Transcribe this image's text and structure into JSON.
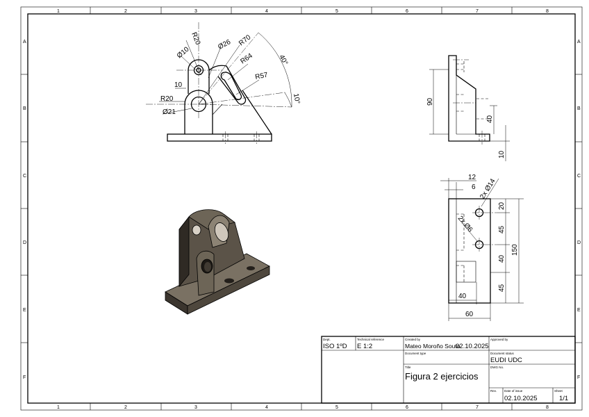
{
  "zones": {
    "columns": [
      "1",
      "2",
      "3",
      "4",
      "5",
      "6",
      "7",
      "8"
    ],
    "rows": [
      "A",
      "B",
      "C",
      "D",
      "E",
      "F"
    ]
  },
  "front_view": {
    "dims": {
      "r20_top": "R20",
      "d10": "Ø10",
      "d26": "Ø26",
      "r70": "R70",
      "r64": "R64",
      "r57": "R57",
      "ang40": "40°",
      "ang10": "10°",
      "len10": "10",
      "r20_left": "R20",
      "d21": "Ø21"
    }
  },
  "side_view": {
    "dims": {
      "h90": "90",
      "h40": "40",
      "h10": "10"
    }
  },
  "top_view": {
    "dims": {
      "w12": "12",
      "w6": "6",
      "holes14": "2x Ø14",
      "holes6": "2x Ø6",
      "v20": "20",
      "v45a": "45",
      "v40": "40",
      "v45b": "45",
      "v150": "150",
      "w40": "40",
      "w60": "60"
    }
  },
  "title_block": {
    "dept_label": "Dept.",
    "dept_value": "ISO 1ºD",
    "techref_label": "Technical reference",
    "techref_value": "E 1:2",
    "created_label": "Created by",
    "created_value": "Mateo Moroño Souto",
    "created_date": "02.10.2025",
    "approved_label": "Approved by",
    "doctype_label": "Document type",
    "docstatus_label": "Document status",
    "docstatus_value": "EUDI UDC",
    "title_label": "Title",
    "title_value": "Figura 2 ejercicios",
    "dwgno_label": "DWG No.",
    "rev_label": "Rev.",
    "dateissue_label": "Date of issue",
    "dateissue_value": "02.10.2025",
    "sheet_label": "Sheet",
    "sheet_value": "1/1"
  },
  "colors": {
    "line": "#000000",
    "model_body": "#5b5348",
    "model_dark": "#2c2722",
    "model_light": "#8c8374"
  }
}
